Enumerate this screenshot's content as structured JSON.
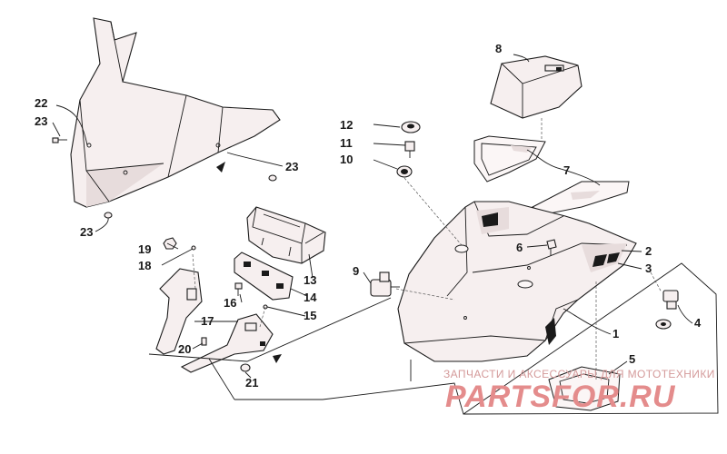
{
  "callouts": {
    "n1": "1",
    "n2": "2",
    "n3": "3",
    "n4": "4",
    "n5": "5",
    "n6": "6",
    "n7": "7",
    "n8": "8",
    "n9": "9",
    "n10": "10",
    "n11": "11",
    "n12": "12",
    "n13": "13",
    "n14": "14",
    "n15": "15",
    "n16": "16",
    "n17": "17",
    "n18": "18",
    "n19": "19",
    "n20": "20",
    "n21": "21",
    "n22": "22",
    "n23a": "23",
    "n23b": "23",
    "n23c": "23"
  },
  "watermark": {
    "tagline": "ЗАПЧАСТИ И АКСЕССУАРЫ ДЛЯ МОТОТЕХНИКИ",
    "brand": "PARTSFOR.RU"
  },
  "colors": {
    "line": "#1a1a1a",
    "part_fill": "#f6efef",
    "watermark": "#e48c8c"
  }
}
